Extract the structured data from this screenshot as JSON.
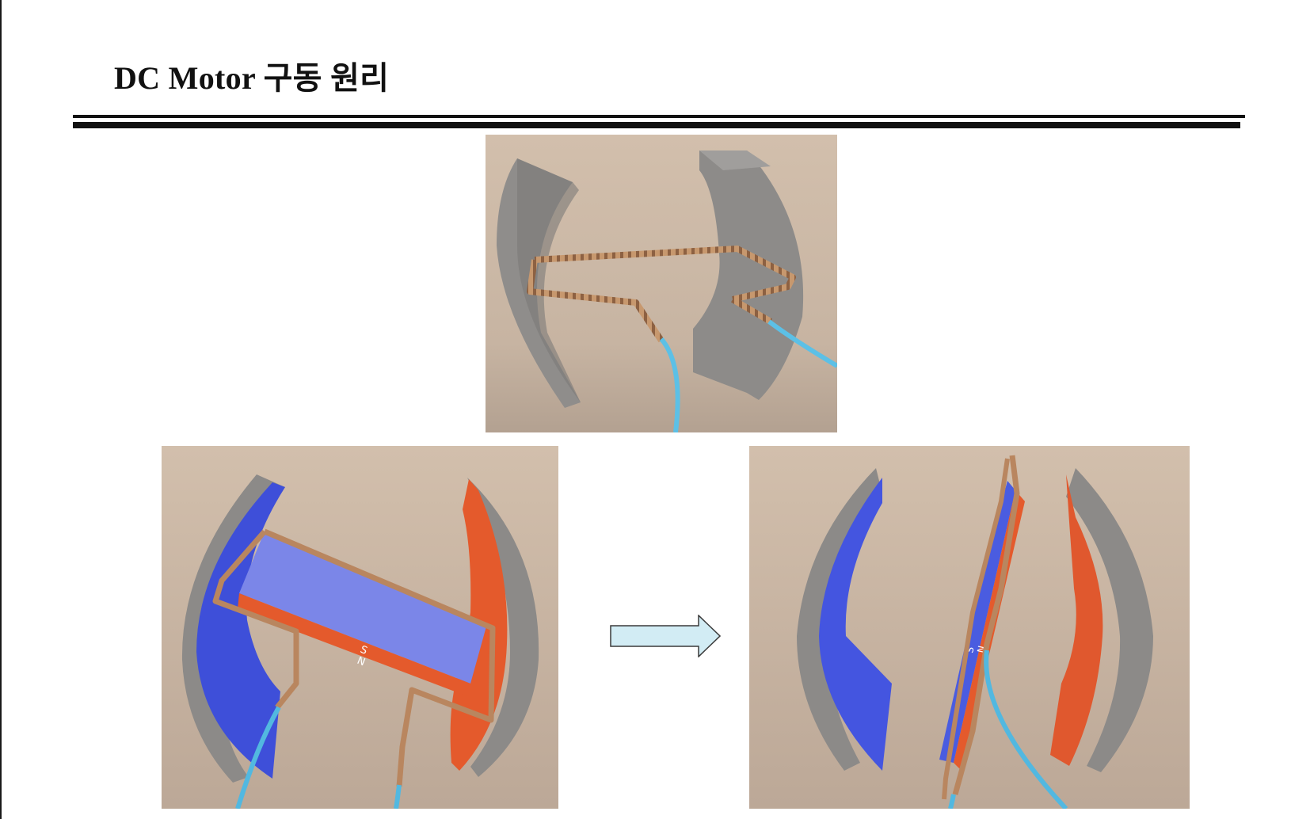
{
  "slide": {
    "title": "DC Motor 구동 원리"
  },
  "figures": {
    "top": {
      "name": "coil-between-unpowered-magnets"
    },
    "bottom_left": {
      "name": "rotor-horizontal-powered",
      "pole_labels": [
        "S",
        "N"
      ]
    },
    "bottom_right": {
      "name": "rotor-vertical-powered",
      "pole_labels": [
        "S",
        "N"
      ]
    }
  },
  "colors": {
    "background_scene": "#cbb8a8",
    "magnet_gray": "#8a8886",
    "magnet_blue": "#4455e0",
    "magnet_red": "#e0582e",
    "copper": "#b88561",
    "wire_blue": "#52b8e0",
    "arrow_fill": "#d2ecf4"
  }
}
